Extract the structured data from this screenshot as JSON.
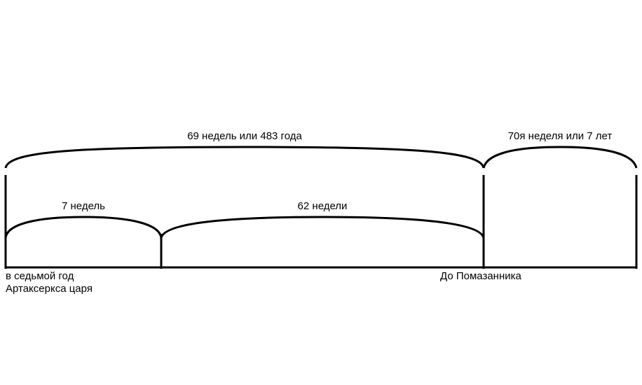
{
  "diagram": {
    "top_brace_left_label": "69 недель или 483 года",
    "top_brace_right_label": "70я неделя или 7 лет",
    "lower_brace_left_label": "7 недель",
    "lower_brace_right_label": "62 недели",
    "start_label_line1": "в седьмой год",
    "start_label_line2": "Артаксеркса царя",
    "end_label": "До Помазанника",
    "stroke_color": "#000000",
    "background_color": "#ffffff"
  }
}
